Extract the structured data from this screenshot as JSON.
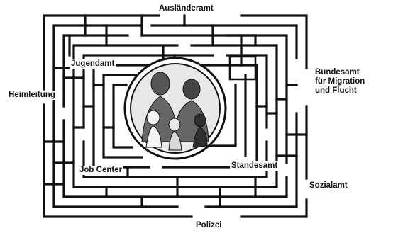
{
  "labels": {
    "top": "Ausländeramt",
    "jugendamt": "Jugendamt",
    "heimleitung": "Heimleitung",
    "bamf": [
      "Bundesamt",
      "für Migration",
      "und Flucht"
    ],
    "jobcenter": "Job Center",
    "standesamt": "Standesamt",
    "sozialamt": "Sozialamt",
    "bottom": "Polizei"
  },
  "center_image": "family-group-illustration",
  "colors": {
    "line": "#111111",
    "background": "#ffffff"
  }
}
